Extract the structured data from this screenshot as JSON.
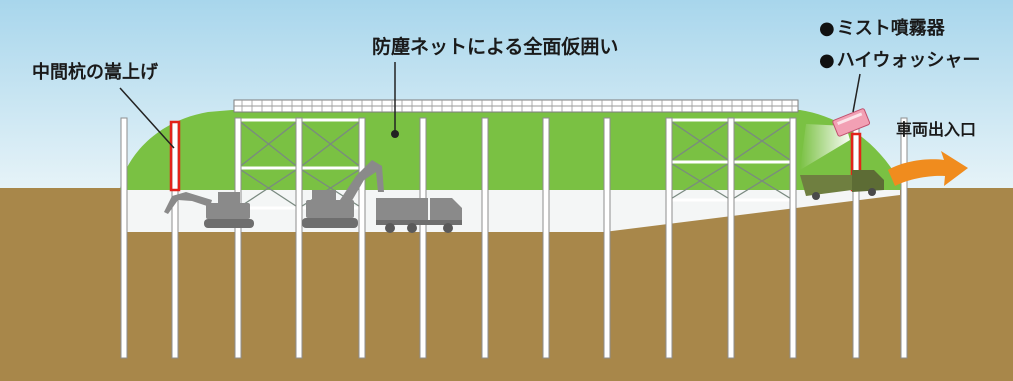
{
  "labels": {
    "intermediate_pile": "中間杭の嵩上げ",
    "dust_net": "防塵ネットによる全面仮囲い",
    "mist_sprayer": "ミスト噴霧器",
    "high_washer": "ハイウォッシャー",
    "vehicle_gate": "車両出入口"
  },
  "bullet_glyph": "●",
  "colors": {
    "sky_top": "#a8d6ec",
    "sky_bottom": "#e6f3f8",
    "net_green": "#7ac143",
    "ground": "#a8874a",
    "excavation": "#f4f6f6",
    "pile": "#ffffff",
    "pile_highlight": "#e2231a",
    "arrow": "#f08c1e",
    "sprayer": "#f2a0b4",
    "machinery": "#8a8a8a"
  },
  "icons": [
    "excavator-icon",
    "excavator-icon",
    "dump-truck-icon",
    "dump-truck-icon",
    "mist-sprayer-icon",
    "arrow-right-icon"
  ]
}
